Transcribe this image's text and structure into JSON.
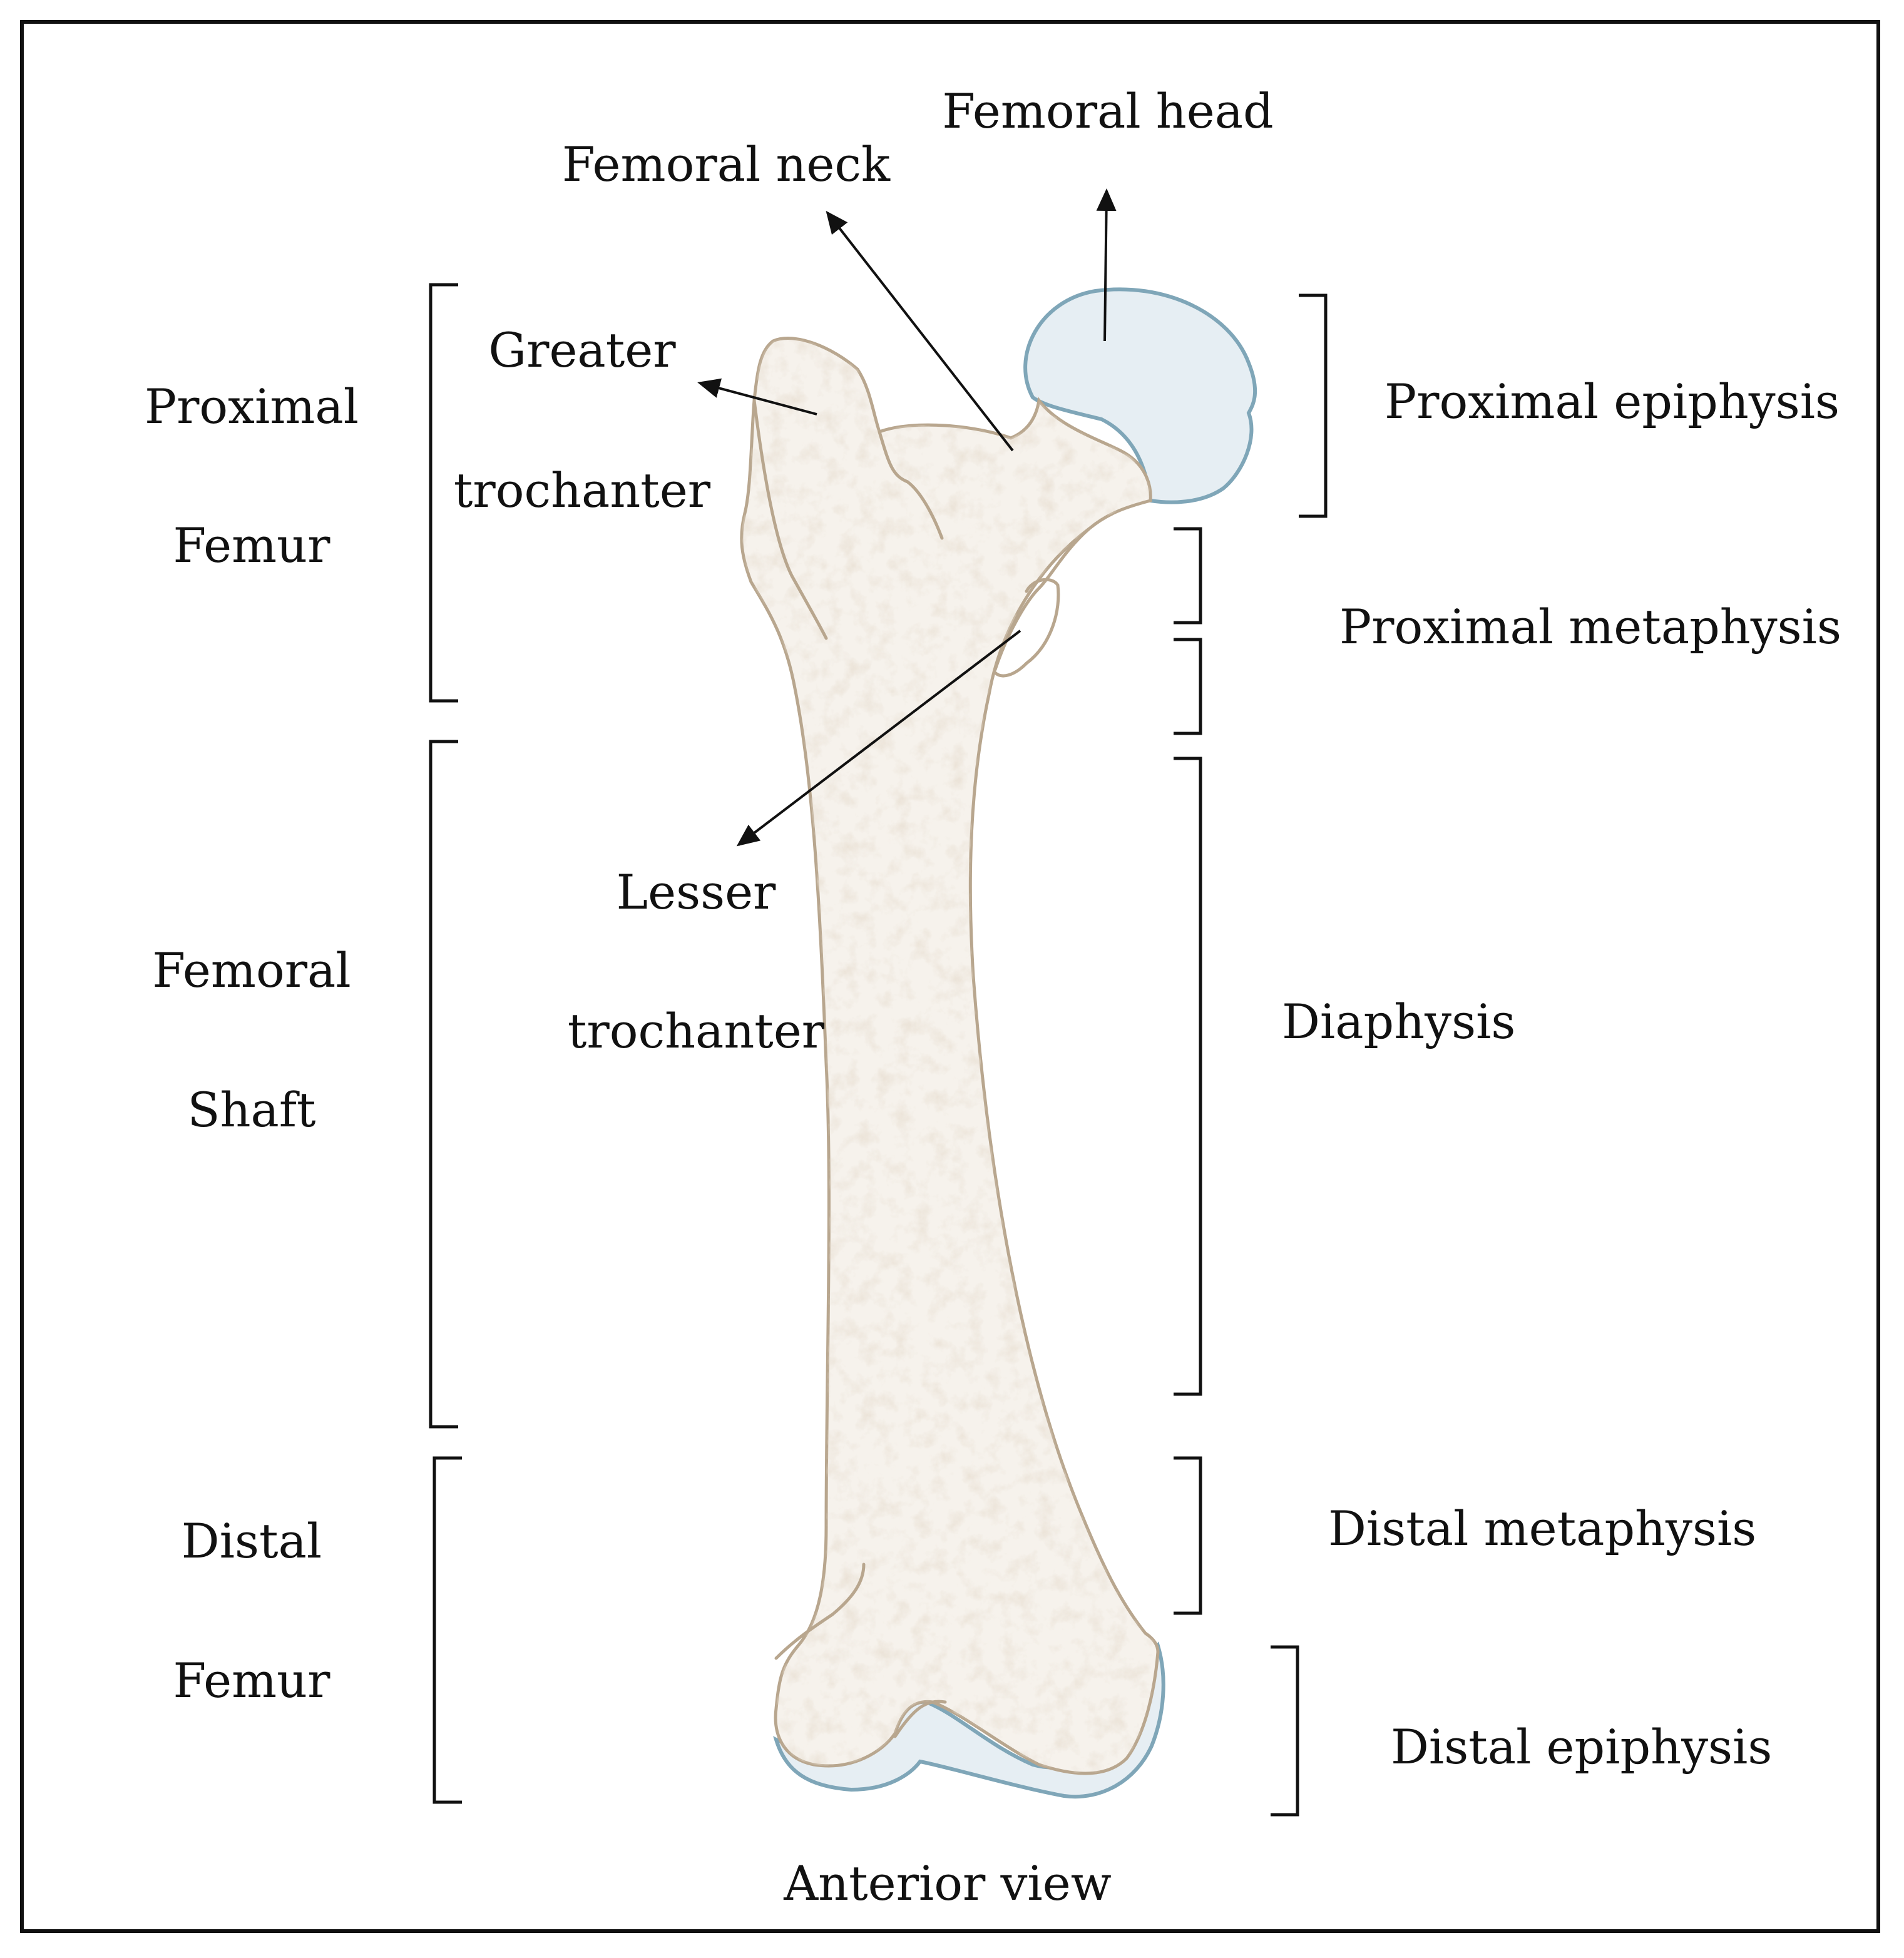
{
  "colors": {
    "bone_fill": "#f6f2ec",
    "bone_outline": "#b8a68e",
    "bone_texture": "#c8b59c",
    "cartilage_fill": "#e6eef3",
    "cartilage_outline": "#7fa6b8",
    "ink": "#111111"
  },
  "left_regions": {
    "proximal_femur": [
      "Proximal",
      "Femur"
    ],
    "femoral_shaft": [
      "Femoral",
      "Shaft"
    ],
    "distal_femur": [
      "Distal",
      "Femur"
    ]
  },
  "right_regions": {
    "proximal_epiphysis": "Proximal epiphysis",
    "proximal_metaphysis": "Proximal metaphysis",
    "diaphysis": "Diaphysis",
    "distal_metaphysis": "Distal metaphysis",
    "distal_epiphysis": "Distal epiphysis"
  },
  "landmarks": {
    "femoral_head": "Femoral head",
    "femoral_neck": "Femoral neck",
    "greater_trochanter": [
      "Greater",
      "trochanter"
    ],
    "lesser_trochanter": [
      "Lesser",
      "trochanter"
    ]
  },
  "caption": "Anterior view"
}
